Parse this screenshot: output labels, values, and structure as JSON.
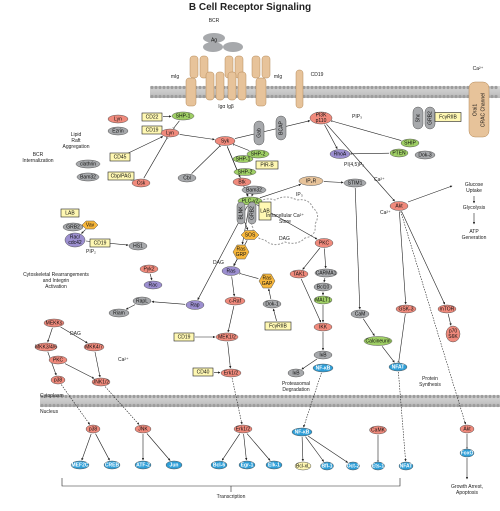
{
  "title": "B Cell Receptor Signaling",
  "colors": {
    "red": "#f08a7c",
    "gray": "#a7a9ac",
    "green": "#9fcf65",
    "yellow": "#fff8b3",
    "blue": "#2f9fd8",
    "purple": "#9c8fd0",
    "orange": "#f7b63a",
    "tan": "#e7c39a",
    "membrane": "#c9c9c9"
  },
  "receptors": {
    "bcr": "BCR",
    "ag": "Ag",
    "mig_left": "mIg",
    "mig_right": "mIg",
    "igab": "Igα Igβ",
    "cd19": "CD19",
    "orai": "Orai1",
    "crac": "CRAC Channel",
    "ca_out": "Ca²⁺"
  },
  "nodes": [
    {
      "id": "lyn1",
      "label": "Lyn",
      "cls": "red"
    },
    {
      "id": "ezrin",
      "label": "Ezrin",
      "cls": "gray"
    },
    {
      "id": "cd22",
      "label": "CD22",
      "cls": "box"
    },
    {
      "id": "cd19b",
      "label": "CD19",
      "cls": "box"
    },
    {
      "id": "shp1",
      "label": "SHP-1",
      "cls": "green"
    },
    {
      "id": "lyn2",
      "label": "Lyn",
      "cls": "red"
    },
    {
      "id": "clathrin",
      "label": "clathrin",
      "cls": "gray"
    },
    {
      "id": "bam32a",
      "label": "Bam32",
      "cls": "gray"
    },
    {
      "id": "cd45",
      "label": "CD45",
      "cls": "box"
    },
    {
      "id": "cbp",
      "label": "Cbp/PAG",
      "cls": "box"
    },
    {
      "id": "csk",
      "label": "Csk",
      "cls": "red"
    },
    {
      "id": "syk",
      "label": "Syk",
      "cls": "red"
    },
    {
      "id": "gab",
      "label": "Gab",
      "cls": "gray"
    },
    {
      "id": "shp2a",
      "label": "SHP-2",
      "cls": "green"
    },
    {
      "id": "bcap",
      "label": "BCAP",
      "cls": "gray"
    },
    {
      "id": "pi3k",
      "label": "PI3K p110",
      "cls": "red"
    },
    {
      "id": "shc",
      "label": "Shc",
      "cls": "gray"
    },
    {
      "id": "grb2a",
      "label": "GRB2",
      "cls": "gray"
    },
    {
      "id": "fcr1",
      "label": "FcγRIIB",
      "cls": "box"
    },
    {
      "id": "ship1",
      "label": "SHIP",
      "cls": "green"
    },
    {
      "id": "pten",
      "label": "PTEN",
      "cls": "green"
    },
    {
      "id": "dok3",
      "label": "Dok-3",
      "cls": "gray"
    },
    {
      "id": "shp1b",
      "label": "SHP-1",
      "cls": "green"
    },
    {
      "id": "pirb",
      "label": "PIR-B",
      "cls": "box"
    },
    {
      "id": "shp2b",
      "label": "SHP-2",
      "cls": "green"
    },
    {
      "id": "btk",
      "label": "Btk",
      "cls": "red"
    },
    {
      "id": "cbl",
      "label": "Cbl",
      "cls": "gray"
    },
    {
      "id": "bam32b",
      "label": "Bam32",
      "cls": "gray"
    },
    {
      "id": "plcg2",
      "label": "PLC-γ2",
      "cls": "green"
    },
    {
      "id": "blnk",
      "label": "BLNK",
      "cls": "gray"
    },
    {
      "id": "grb2b",
      "label": "GRB2",
      "cls": "gray"
    },
    {
      "id": "labb",
      "label": "LAB",
      "cls": "box"
    },
    {
      "id": "sos",
      "label": "SOS",
      "cls": "orange"
    },
    {
      "id": "rhoa",
      "label": "RhoA",
      "cls": "purple"
    },
    {
      "id": "ip3r",
      "label": "IP₃R",
      "cls": "tan"
    },
    {
      "id": "stim1",
      "label": "STIM1",
      "cls": "gray"
    },
    {
      "id": "akt1",
      "label": "Akt",
      "cls": "red"
    },
    {
      "id": "lab",
      "label": "LAB",
      "cls": "box"
    },
    {
      "id": "grb2c",
      "label": "GRB2",
      "cls": "gray"
    },
    {
      "id": "vav",
      "label": "Vav",
      "cls": "orange"
    },
    {
      "id": "rac1",
      "label": "Rac/ cdc42",
      "cls": "purple"
    },
    {
      "id": "cd19c",
      "label": "CD19",
      "cls": "box"
    },
    {
      "id": "hs1",
      "label": "HS1",
      "cls": "gray"
    },
    {
      "id": "pyk2",
      "label": "Pyk2",
      "cls": "red"
    },
    {
      "id": "rac2",
      "label": "Rac",
      "cls": "purple"
    },
    {
      "id": "rapl",
      "label": "RapL",
      "cls": "gray"
    },
    {
      "id": "riam",
      "label": "Riam",
      "cls": "gray"
    },
    {
      "id": "rap",
      "label": "Rap",
      "cls": "purple"
    },
    {
      "id": "rasgrp",
      "label": "Ras GRP",
      "cls": "orange"
    },
    {
      "id": "rasgap",
      "label": "Ras GAP",
      "cls": "orange"
    },
    {
      "id": "ras",
      "label": "Ras",
      "cls": "purple"
    },
    {
      "id": "craf",
      "label": "c-Raf",
      "cls": "red"
    },
    {
      "id": "dok1",
      "label": "Dok-1",
      "cls": "gray"
    },
    {
      "id": "fcr2",
      "label": "FcγRIIB",
      "cls": "box"
    },
    {
      "id": "cd19d",
      "label": "CD19",
      "cls": "box"
    },
    {
      "id": "mek12",
      "label": "MEK1/2",
      "cls": "red"
    },
    {
      "id": "cd40",
      "label": "CD40",
      "cls": "box"
    },
    {
      "id": "erk1",
      "label": "Erk1/2",
      "cls": "red"
    },
    {
      "id": "pkc1",
      "label": "PKC",
      "cls": "red"
    },
    {
      "id": "tak1",
      "label": "TAK1",
      "cls": "red"
    },
    {
      "id": "carma1",
      "label": "CARMA1",
      "cls": "gray"
    },
    {
      "id": "bcl10",
      "label": "Bcl10",
      "cls": "gray"
    },
    {
      "id": "malt1",
      "label": "MALT1",
      "cls": "green"
    },
    {
      "id": "ikk",
      "label": "IKK",
      "cls": "red"
    },
    {
      "id": "ikb",
      "label": "IκB",
      "cls": "gray"
    },
    {
      "id": "nfkb1",
      "label": "NF-κB",
      "cls": "blue"
    },
    {
      "id": "ikb2",
      "label": "IκB",
      "cls": "gray"
    },
    {
      "id": "cam",
      "label": "CaM",
      "cls": "gray"
    },
    {
      "id": "calcineurin",
      "label": "Calcineurin",
      "cls": "green"
    },
    {
      "id": "nfat1",
      "label": "NFAT",
      "cls": "blue"
    },
    {
      "id": "gsk3",
      "label": "GSK-3",
      "cls": "red"
    },
    {
      "id": "mtor",
      "label": "mTOR",
      "cls": "red"
    },
    {
      "id": "p70",
      "label": "p70 S6K",
      "cls": "red"
    },
    {
      "id": "mekk",
      "label": "MEKKs",
      "cls": "red"
    },
    {
      "id": "mkk346",
      "label": "MKK3/4/6",
      "cls": "red"
    },
    {
      "id": "mkk47",
      "label": "MKK4/7",
      "cls": "red"
    },
    {
      "id": "pkc2",
      "label": "PKC",
      "cls": "red"
    },
    {
      "id": "p38a",
      "label": "p38",
      "cls": "red"
    },
    {
      "id": "jnk1",
      "label": "JNK1/2",
      "cls": "red"
    },
    {
      "id": "p38b",
      "label": "p38",
      "cls": "red"
    },
    {
      "id": "jnk2",
      "label": "JNK",
      "cls": "red"
    },
    {
      "id": "erk2",
      "label": "Erk1/2",
      "cls": "red"
    },
    {
      "id": "nfkb2",
      "label": "NF-κB",
      "cls": "blue"
    },
    {
      "id": "camk",
      "label": "CaMK",
      "cls": "red"
    },
    {
      "id": "akt2",
      "label": "Akt",
      "cls": "red"
    },
    {
      "id": "foxo",
      "label": "FoxO",
      "cls": "blue"
    },
    {
      "id": "mef2c",
      "label": "MEF2C",
      "cls": "blue"
    },
    {
      "id": "creb",
      "label": "CREB",
      "cls": "blue"
    },
    {
      "id": "atf2",
      "label": "ATF-2",
      "cls": "blue"
    },
    {
      "id": "jun",
      "label": "Jun",
      "cls": "blue"
    },
    {
      "id": "bcl6",
      "label": "Bcl-6",
      "cls": "blue"
    },
    {
      "id": "egr1",
      "label": "Egr-1",
      "cls": "blue"
    },
    {
      "id": "elk1",
      "label": "Elk-1",
      "cls": "blue"
    },
    {
      "id": "bclxl",
      "label": "Bcl-xL",
      "cls": "yellowblue"
    },
    {
      "id": "bfl1",
      "label": "Bfl-1",
      "cls": "blue"
    },
    {
      "id": "oct2",
      "label": "Oct-2",
      "cls": "blue"
    },
    {
      "id": "ets1",
      "label": "Ets-1",
      "cls": "blue"
    },
    {
      "id": "nfat2",
      "label": "NFAT",
      "cls": "blue"
    }
  ],
  "notes": {
    "lipid_raft": "Lipid Raft Aggregation",
    "bcr_intern": "BCR Internalization",
    "pip3": "PIP₃",
    "pi45p2": "PI(4,5)P₂",
    "ca_arrow": "Ca²⁺",
    "ip3": "IP₃",
    "dag1": "DAG",
    "dag2": "DAG",
    "dag3": "DAG",
    "pip2": "PIP₂",
    "ca_store": "Intracellular Ca²⁺ Store",
    "ca2": "Ca²⁺",
    "ca3": "Ca²⁺",
    "glucose": "Glucose Uptake",
    "glycolysis": "Glycolysis",
    "atp": "ATP Generation",
    "cyto": "Cytoskeletal Rearrangements and Integrin Activation",
    "proteasomal": "Proteasomal Degradation",
    "protein_syn": "Protein Synthesis",
    "cytoplasm": "Cytoplasm",
    "nucleus": "Nucleus",
    "transcription": "Transcription",
    "growth": "Growth Arrest, Apoptosis"
  }
}
